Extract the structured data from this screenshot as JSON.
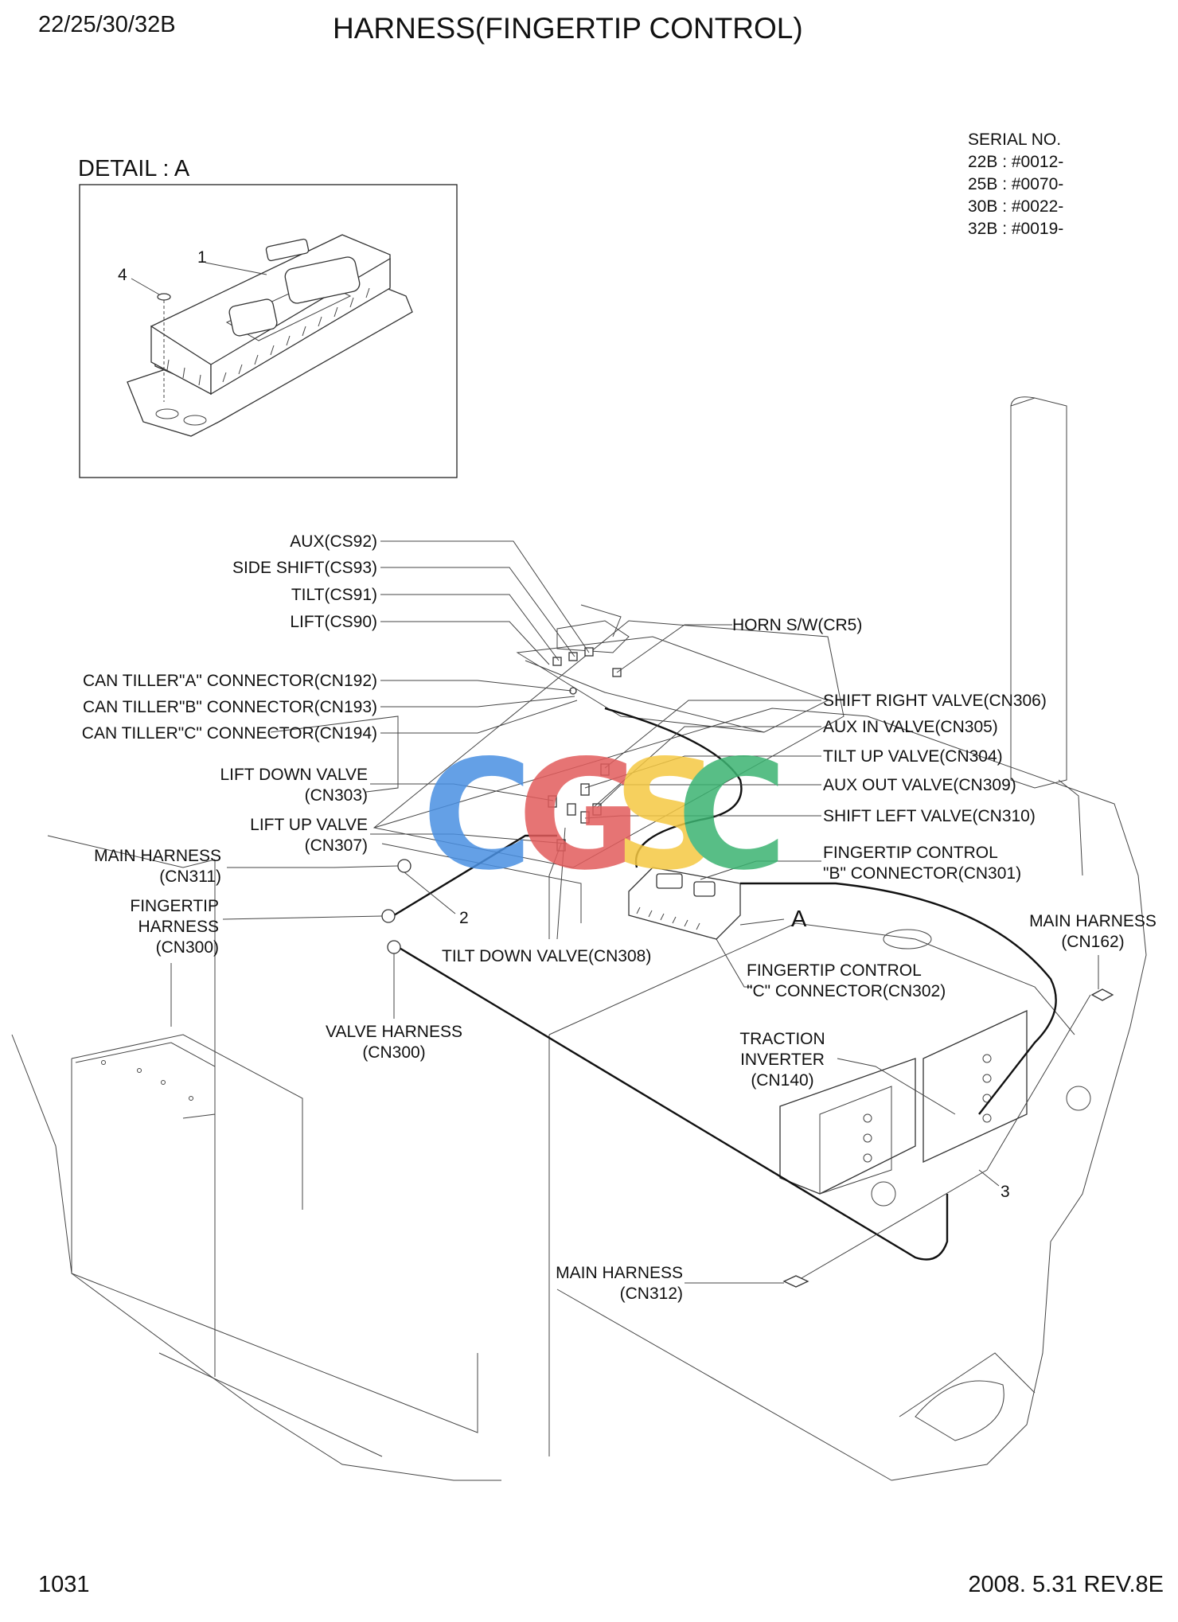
{
  "header": {
    "model": "22/25/30/32B",
    "title": "HARNESS(FINGERTIP CONTROL)"
  },
  "serial": {
    "heading": "SERIAL NO.",
    "rows": [
      "22B : #0012-",
      "25B : #0070-",
      "30B : #0022-",
      "32B : #0019-"
    ]
  },
  "detail": {
    "title": "DETAIL : A",
    "callouts": [
      "1",
      "4"
    ]
  },
  "labels": {
    "aux": "AUX(CS92)",
    "side_shift": "SIDE SHIFT(CS93)",
    "tilt": "TILT(CS91)",
    "lift": "LIFT(CS90)",
    "horn": "HORN S/W(CR5)",
    "can_a": "CAN TILLER\"A\" CONNECTOR(CN192)",
    "can_b": "CAN TILLER\"B\" CONNECTOR(CN193)",
    "can_c": "CAN TILLER\"C\" CONNECTOR(CN194)",
    "shift_right": "SHIFT RIGHT VALVE(CN306)",
    "aux_in": "AUX IN VALVE(CN305)",
    "tilt_up": "TILT UP VALVE(CN304)",
    "aux_out": "AUX OUT VALVE(CN309)",
    "shift_left": "SHIFT LEFT VALVE(CN310)",
    "lift_down": [
      "LIFT DOWN VALVE",
      "(CN303)"
    ],
    "lift_up": [
      "LIFT UP VALVE",
      "(CN307)"
    ],
    "main_cn311": [
      "MAIN HARNESS",
      "(CN311)"
    ],
    "fingertip_harness": [
      "FINGERTIP",
      "HARNESS",
      "(CN300)"
    ],
    "ftc_b": [
      "FINGERTIP CONTROL",
      "\"B\" CONNECTOR(CN301)"
    ],
    "ftc_c": [
      "FINGERTIP CONTROL",
      "\"C\" CONNECTOR(CN302)"
    ],
    "tilt_down": "TILT DOWN VALVE(CN308)",
    "valve_harness": [
      "VALVE HARNESS",
      "(CN300)"
    ],
    "main_cn162": [
      "MAIN HARNESS",
      "(CN162)"
    ],
    "traction": [
      "TRACTION",
      "INVERTER",
      "(CN140)"
    ],
    "main_cn312": [
      "MAIN HARNESS",
      "(CN312)"
    ],
    "callout_2": "2",
    "callout_3": "3",
    "callout_a": "A"
  },
  "watermark": {
    "text": [
      "C",
      "G",
      "S",
      "C"
    ],
    "colors": [
      "#4a90e2",
      "#e25c5c",
      "#f5c842",
      "#3cb371"
    ]
  },
  "footer": {
    "page": "1031",
    "revision": "2008. 5.31  REV.8E"
  }
}
